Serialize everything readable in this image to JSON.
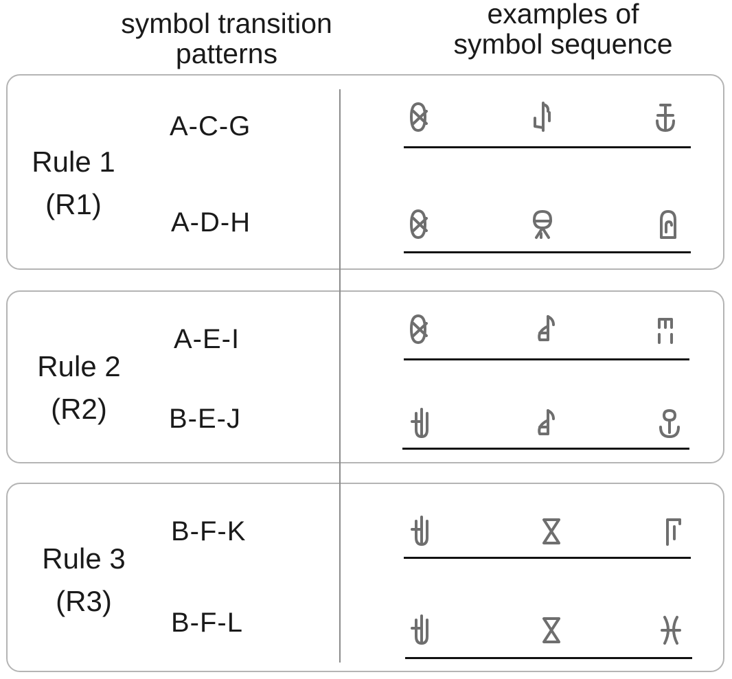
{
  "header": {
    "left_line1": "symbol transition",
    "left_line2": "patterns",
    "right_line1": "examples of",
    "right_line2": "symbol sequence"
  },
  "rules": [
    {
      "name": "Rule 1",
      "code": "(R1)",
      "patterns": [
        {
          "label": "A-C-G",
          "symbols": [
            "symbol-a-icon",
            "symbol-c-icon",
            "symbol-g-icon"
          ]
        },
        {
          "label": "A-D-H",
          "symbols": [
            "symbol-a-icon",
            "symbol-d-icon",
            "symbol-h-icon"
          ]
        }
      ]
    },
    {
      "name": "Rule 2",
      "code": "(R2)",
      "patterns": [
        {
          "label": "A-E-I",
          "symbols": [
            "symbol-a-icon",
            "symbol-e-icon",
            "symbol-i-icon"
          ]
        },
        {
          "label": "B-E-J",
          "symbols": [
            "symbol-b-icon",
            "symbol-e-icon",
            "symbol-j-icon"
          ]
        }
      ]
    },
    {
      "name": "Rule 3",
      "code": "(R3)",
      "patterns": [
        {
          "label": "B-F-K",
          "symbols": [
            "symbol-b-icon",
            "symbol-f-icon",
            "symbol-k-icon"
          ]
        },
        {
          "label": "B-F-L",
          "symbols": [
            "symbol-b-icon",
            "symbol-f-icon",
            "symbol-l-icon"
          ]
        }
      ]
    }
  ],
  "colors": {
    "symbol": "#6e6e6e",
    "panel_border": "#b4b4b4",
    "divider": "#8c8c8c",
    "text": "#1a1a1a"
  }
}
